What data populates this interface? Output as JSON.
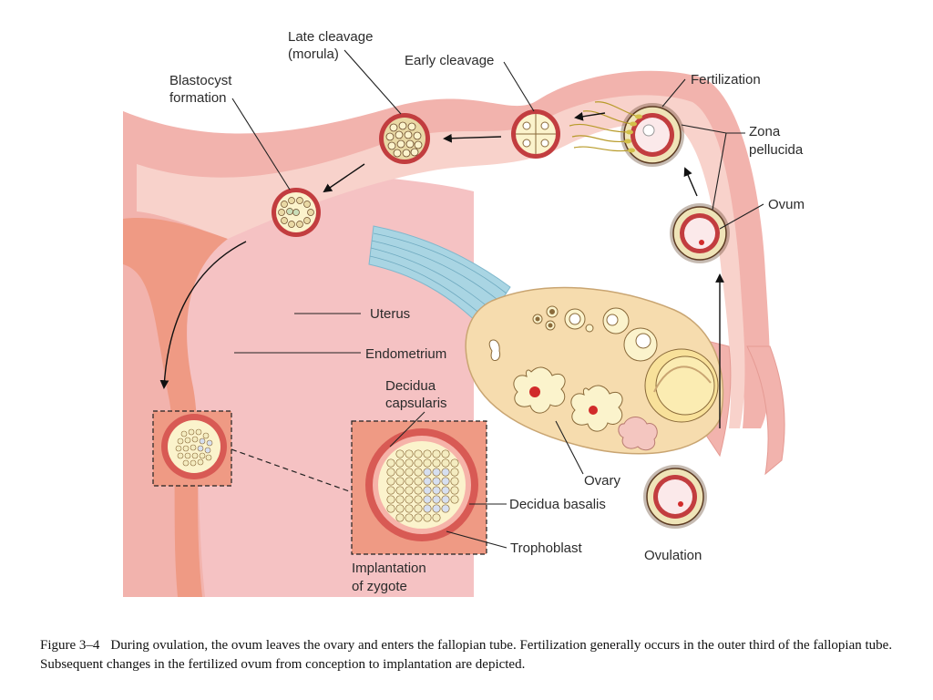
{
  "labels": {
    "late_cleavage_1": "Late cleavage",
    "late_cleavage_2": "(morula)",
    "early_cleavage": "Early cleavage",
    "fertilization": "Fertilization",
    "blastocyst_1": "Blastocyst",
    "blastocyst_2": "formation",
    "zona_1": "Zona",
    "zona_2": "pellucida",
    "ovum": "Ovum",
    "uterus": "Uterus",
    "endometrium": "Endometrium",
    "decidua_cap_1": "Decidua",
    "decidua_cap_2": "capsularis",
    "ovary": "Ovary",
    "decidua_basalis": "Decidua basalis",
    "trophoblast": "Trophoblast",
    "ovulation": "Ovulation",
    "implantation_1": "Implantation",
    "implantation_2": "of zygote"
  },
  "caption": {
    "number": "Figure 3–4",
    "text": "During ovulation, the ovum leaves the ovary and enters the fallopian tube. Fertilization generally occurs in the outer third of the fallopian tube. Subsequent changes in the fertilized ovum from conception to implantation are depicted."
  },
  "colors": {
    "tube_wall": "#f2b3ad",
    "tube_lumen": "#f8d2cb",
    "endometrium": "#ef9a84",
    "uterus_body": "#f5c2c3",
    "ovary": "#f6dcae",
    "ligament": "#a9d5e3",
    "cell_fill": "#fbf3cc",
    "zona_ring": "#c23d3f"
  }
}
